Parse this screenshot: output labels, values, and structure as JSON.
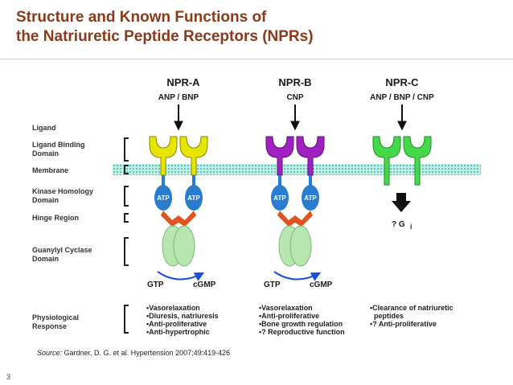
{
  "title": {
    "line1": "Structure and Known Functions of",
    "line2": "the Natriuretic Peptide Receptors (NPRs)"
  },
  "diagram": {
    "row_labels": {
      "ligand": "Ligand",
      "binding1": "Ligand Binding",
      "binding2": "Domain",
      "membrane": "Membrane",
      "kinase1": "Kinase Homology",
      "kinase2": "Domain",
      "hinge": "Hinge Region",
      "cyclase1": "Guanylyl Cyclase",
      "cyclase2": "Domain",
      "physio1": "Physiological",
      "physio2": "Response"
    },
    "receptors": [
      {
        "name": "NPR-A",
        "ligands": "ANP / BNP",
        "color": "#e6e600",
        "atp": [
          "ATP",
          "ATP"
        ],
        "gtp": "GTP",
        "cgmp": "cGMP",
        "responses": [
          "•Vasorelaxation",
          "•Diuresis, natriuresis",
          "•Anti-proliferative",
          "•Anti-hypertrophic"
        ]
      },
      {
        "name": "NPR-B",
        "ligands": "CNP",
        "color": "#a020c0",
        "atp": [
          "ATP",
          "ATP"
        ],
        "gtp": "GTP",
        "cgmp": "cGMP",
        "responses": [
          "•Vasorelaxation",
          "•Anti-proliferative",
          "•Bone growth regulation",
          "•? Reproductive function"
        ]
      },
      {
        "name": "NPR-C",
        "ligands": "ANP / BNP / CNP",
        "color": "#44d84a",
        "gi": "? G",
        "gi_sub": "i",
        "responses": [
          "•Clearance of natriuretic",
          "  peptides",
          "•? Anti-proliferative"
        ]
      }
    ],
    "colors": {
      "membrane": "#7fd6c8",
      "atp": "#2a7ccf",
      "hinge": "#e0531f",
      "cyclase": "#b8e6b0",
      "arrow": "#1a4fd6"
    }
  },
  "source": {
    "label": "Source:",
    "text": " Gardner, D. G. et al. Hypertension 2007;49:419-426"
  },
  "page_number": "3"
}
